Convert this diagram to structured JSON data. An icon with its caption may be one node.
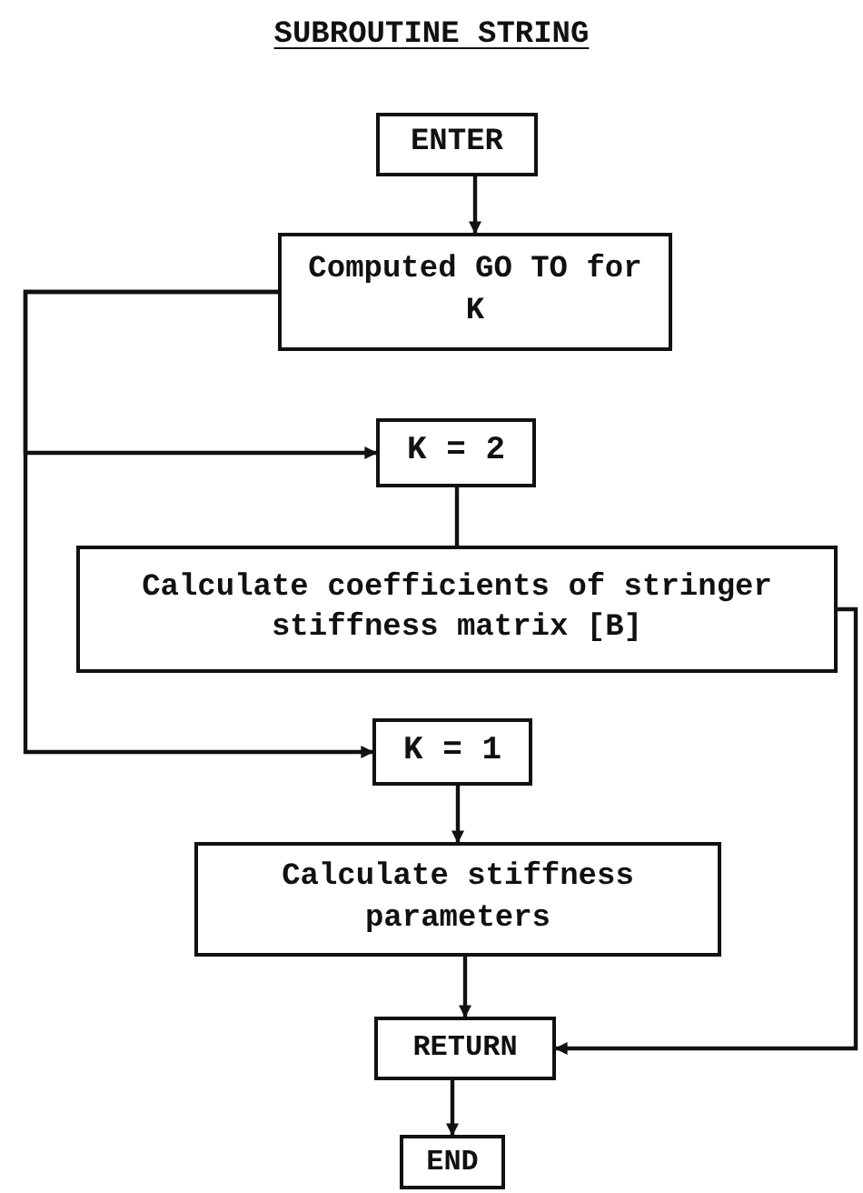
{
  "diagram": {
    "title": "SUBROUTINE STRING",
    "nodes": [
      {
        "text": [
          "ENTER"
        ]
      },
      {
        "text": [
          "Computed GO TO for K"
        ]
      },
      {
        "text": [
          "K = 2"
        ]
      },
      {
        "text": [
          "Calculate coefficients of stringer stiffness matrix [B]"
        ]
      },
      {
        "text": [
          "K = 1"
        ]
      },
      {
        "text": [
          "Calculate stiffness parameters"
        ]
      },
      {
        "text": [
          "RETURN"
        ]
      },
      {
        "text": [
          "END"
        ]
      }
    ],
    "edges": [
      {
        "from": 0,
        "to": 1,
        "arrow": "to"
      },
      {
        "from": 1,
        "to": 2,
        "arrow": "to"
      },
      {
        "from": 1,
        "to": 4,
        "arrow": "to"
      },
      {
        "from": 2,
        "to": 3,
        "arrow": "none"
      },
      {
        "from": 3,
        "to": 6,
        "arrow": "to"
      },
      {
        "from": 4,
        "to": 5,
        "arrow": "to"
      },
      {
        "from": 5,
        "to": 6,
        "arrow": "to"
      },
      {
        "from": 6,
        "to": 7,
        "arrow": "to"
      }
    ]
  }
}
